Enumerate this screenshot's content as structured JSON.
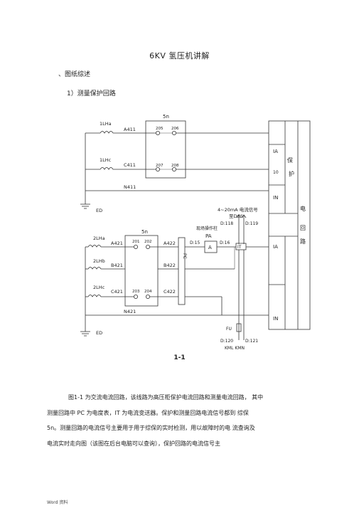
{
  "document": {
    "title": "6KV 氢压机讲解",
    "section_heading": "、图纸综述",
    "subsection_heading": "1）测量保护回路",
    "figure_caption": "1-1",
    "paragraph_lines": [
      "图1-1 为交流电流回路，该线路为高压柜保护电流回路和测量电流回路，  其中",
      "测量回路中 PC 为电度表，IT 为电流变送器。保护和测量回路电流信号都到 综保",
      "5n。测量回路的电流信号主要用于用于综保的实时检测，用以故障时的电  流查询及",
      "电流实时走向图（该图在后台电脑可以查询），保护回路的电流信号主"
    ],
    "footer": "Word 资料"
  },
  "diagram": {
    "protection": {
      "device": "5n",
      "ct_a": "1LHa",
      "ct_c": "1LHc",
      "wire_a": "A411",
      "wire_c": "C411",
      "wire_n": "N411",
      "terminals": [
        "205",
        "206",
        "207",
        "208"
      ],
      "ground": "ED"
    },
    "measurement": {
      "device": "5n",
      "ct_a": "2LHa",
      "ct_b": "2LHb",
      "ct_c": "2LHc",
      "wires_left": [
        "A421",
        "B421",
        "C421"
      ],
      "wires_right": [
        "A422",
        "B422",
        "C422"
      ],
      "wire_n": "N421",
      "terminals": [
        "201",
        "202",
        "203",
        "204"
      ],
      "pc": "PC",
      "pa_label": "PA",
      "ammeter": "A",
      "transducer": "IT",
      "dcs": "4~20mA 电流信号",
      "dcs2": "至DCS",
      "field_meter": "现场操作柱",
      "d118": "D:118",
      "d119": "D:119",
      "d15": "D:15",
      "d16": "D:16",
      "fuse": "FU",
      "d120": "D:120",
      "d121": "D:121",
      "kml": "KML KMN",
      "ground": "ED"
    },
    "side_table": {
      "ia1": "IA",
      "ia_sub": "10",
      "in1": "IN",
      "ia2": "IA",
      "in2": "IN",
      "protect_1": "保",
      "protect_2": "护",
      "circuit_1": "电",
      "circuit_2": "回",
      "circuit_3": "路"
    }
  }
}
